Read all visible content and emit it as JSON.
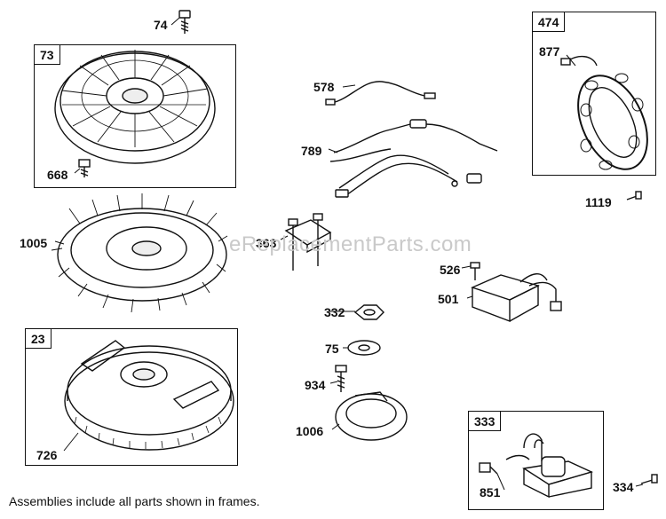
{
  "frames": [
    {
      "id": "frame-73",
      "tag": "73"
    },
    {
      "id": "frame-474",
      "tag": "474"
    },
    {
      "id": "frame-23",
      "tag": "23"
    },
    {
      "id": "frame-333",
      "tag": "333"
    }
  ],
  "labels": {
    "p74": "74",
    "p668": "668",
    "p1005": "1005",
    "p726": "726",
    "p578": "578",
    "p789": "789",
    "p363": "363",
    "p332": "332",
    "p75": "75",
    "p934": "934",
    "p1006": "1006",
    "p877": "877",
    "p1119": "1119",
    "p526": "526",
    "p501": "501",
    "p851": "851",
    "p334": "334"
  },
  "note": "Assemblies include all parts shown in frames.",
  "watermark": "eReplacementParts.com",
  "colors": {
    "line": "#111111",
    "watermark": "#c9c9c9",
    "background": "#ffffff"
  }
}
